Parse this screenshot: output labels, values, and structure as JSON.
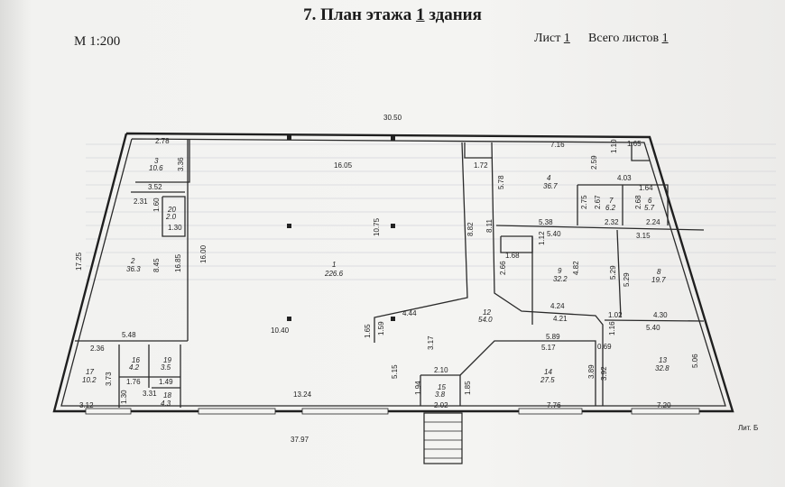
{
  "header": {
    "title_prefix": "7. План этажа ",
    "title_floor": "1",
    "title_suffix": "  здания",
    "scale": "М 1:200",
    "sheet_label": "Лист ",
    "sheet_number": "1",
    "sheets_total_label": "Всего листов ",
    "sheets_total": "1"
  },
  "footer": {
    "lit": "Лит. Б"
  },
  "dimensions": {
    "top_width": "30.50",
    "bottom_width": "37.97",
    "left_height": "17.25",
    "hall_width": "16.05",
    "hall_height_left": "16.00",
    "hall_height_mid": "10.75",
    "bottom_inner": "13.24",
    "lower_left_width": "10.40",
    "right_top": "7.16",
    "d_2_78": "2.78",
    "d_3_36": "3.36",
    "d_3_52": "3.52",
    "d_2_31": "2.31",
    "d_1_60": "1.60",
    "d_1_30": "1.30",
    "d_8_45": "8.45",
    "d_5_48": "5.48",
    "d_2_36": "2.36",
    "d_3_73": "3.73",
    "d_1_76": "1.76",
    "d_1_49": "1.49",
    "d_3_31": "3.31",
    "d_1_30b": "1.30",
    "d_3_12": "3.12",
    "d_4_44": "4.44",
    "d_1_65": "1.65",
    "d_1_59": "1.59",
    "d_5_15": "5.15",
    "d_3_17": "3.17",
    "d_2_10": "2.10",
    "d_1_94": "1.94",
    "d_1_85": "1.85",
    "d_2_02": "2.02",
    "d_8_82": "8.82",
    "d_8_11": "8.11",
    "d_2_66": "2.66",
    "d_1_72": "1.72",
    "d_2_59": "2.59",
    "d_4_03": "4.03",
    "d_2_75": "2.75",
    "d_2_67": "2.67",
    "d_2_68": "2.68",
    "d_2_32": "2.32",
    "d_2_24": "2.24",
    "d_5_38": "5.38",
    "d_5_40": "5.40",
    "d_3_15": "3.15",
    "d_1_68": "1.68",
    "d_4_82": "4.82",
    "d_5_29": "5.29",
    "d_5_29b": "5.29",
    "d_4_24": "4.24",
    "d_4_21": "4.21",
    "d_1_02": "1.02",
    "d_4_30": "4.30",
    "d_5_40b": "5.40",
    "d_5_89": "5.89",
    "d_5_17": "5.17",
    "d_0_69": "0.69",
    "d_3_89": "3.89",
    "d_3_92": "3.92",
    "d_5_06": "5.06",
    "d_7_76": "7.76",
    "d_7_20": "7.20",
    "d_5_78": "5.78",
    "d_1_64": "1.64",
    "d_1_10": "1.10",
    "d_1_65b": "1.65",
    "d_1_16": "1.16",
    "d_1_12": "1.12"
  },
  "rooms": [
    {
      "num": "1",
      "area": "226.6"
    },
    {
      "num": "2",
      "area": "36.3"
    },
    {
      "num": "3",
      "area": "10.6"
    },
    {
      "num": "4",
      "area": "36.7"
    },
    {
      "num": "7",
      "area": "6.2"
    },
    {
      "num": "6",
      "area": "5.7"
    },
    {
      "num": "8",
      "area": "19.7"
    },
    {
      "num": "9",
      "area": "32.2"
    },
    {
      "num": "12",
      "area": "54.0"
    },
    {
      "num": "13",
      "area": "32.8"
    },
    {
      "num": "14",
      "area": "27.5"
    },
    {
      "num": "15",
      "area": "3.8"
    },
    {
      "num": "16",
      "area": "4.2"
    },
    {
      "num": "17",
      "area": "10.2"
    },
    {
      "num": "18",
      "area": "4.3"
    },
    {
      "num": "19",
      "area": "3.5"
    },
    {
      "num": "20",
      "area": "2.0"
    }
  ]
}
